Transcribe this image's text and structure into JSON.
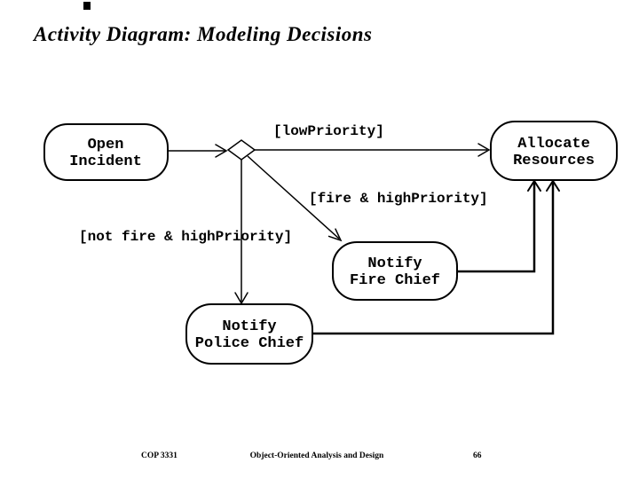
{
  "slide": {
    "title": "Activity Diagram: Modeling Decisions",
    "footer": {
      "course": "COP 3331",
      "center": "Object-Oriented Analysis and Design",
      "page_number": "66"
    }
  },
  "diagram": {
    "type": "uml-activity-diagram",
    "colors": {
      "ink": "#000000",
      "background": "#ffffff"
    },
    "nodes": {
      "open_incident": {
        "line1": "Open",
        "line2": "Incident"
      },
      "allocate_resources": {
        "line1": "Allocate",
        "line2": "Resources"
      },
      "notify_fire_chief": {
        "line1": "Notify",
        "line2": "Fire Chief"
      },
      "notify_police_chief": {
        "line1": "Notify",
        "line2": "Police Chief"
      }
    },
    "guards": {
      "low_priority": "[lowPriority]",
      "fire_high_priority": "[fire & highPriority]",
      "not_fire_high_priority": "[not fire & highPriority]"
    },
    "edges": [
      {
        "from": "open_incident",
        "to": "decision-diamond",
        "guard": ""
      },
      {
        "from": "decision-diamond",
        "to": "allocate_resources",
        "guard": "[lowPriority]"
      },
      {
        "from": "decision-diamond",
        "to": "notify_fire_chief",
        "guard": "[fire & highPriority]"
      },
      {
        "from": "decision-diamond",
        "to": "notify_police_chief",
        "guard": "[not fire & highPriority]"
      },
      {
        "from": "notify_fire_chief",
        "to": "allocate_resources",
        "guard": ""
      },
      {
        "from": "notify_police_chief",
        "to": "allocate_resources",
        "guard": ""
      }
    ]
  }
}
